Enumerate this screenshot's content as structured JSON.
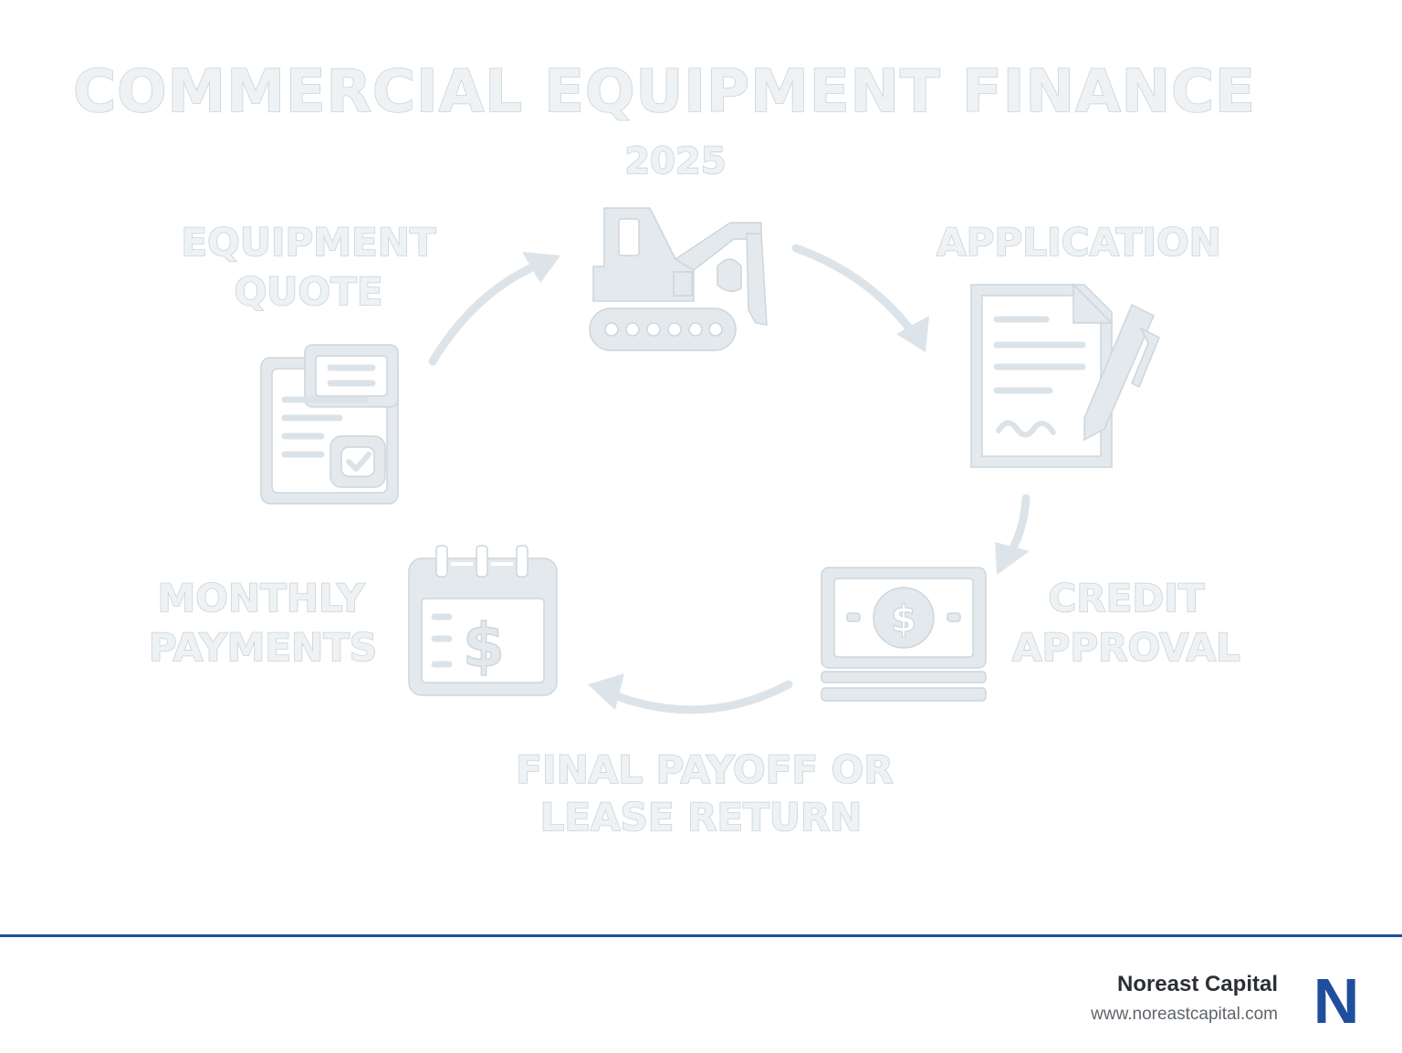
{
  "diagram": {
    "title": "COMMERCIAL EQUIPMENT FINANCE",
    "year": "2025",
    "steps": [
      {
        "lines": [
          "EQUIPMENT",
          "QUOTE"
        ],
        "icon": "quote-document-check-icon"
      },
      {
        "lines": [
          "APPLICATION"
        ],
        "icon": "signed-document-pen-icon"
      },
      {
        "lines": [
          "CREDIT",
          "APPROVAL"
        ],
        "icon": "money-bill-icon"
      },
      {
        "lines": [
          "FINAL PAYOFF OR",
          "LEASE RETURN"
        ],
        "icon": "excavator-icon"
      },
      {
        "lines": [
          "MONTHLY",
          "PAYMENTS"
        ],
        "icon": "calendar-dollar-icon"
      }
    ],
    "center_icon": "excavator-icon",
    "text_color": "#eef2f4",
    "outline_color": "#c9d2d8"
  },
  "footer": {
    "brand_name": "Noreast Capital",
    "website": "www.noreastcapital.com",
    "logo_letter": "N",
    "accent_color": "#1f4e9c"
  }
}
